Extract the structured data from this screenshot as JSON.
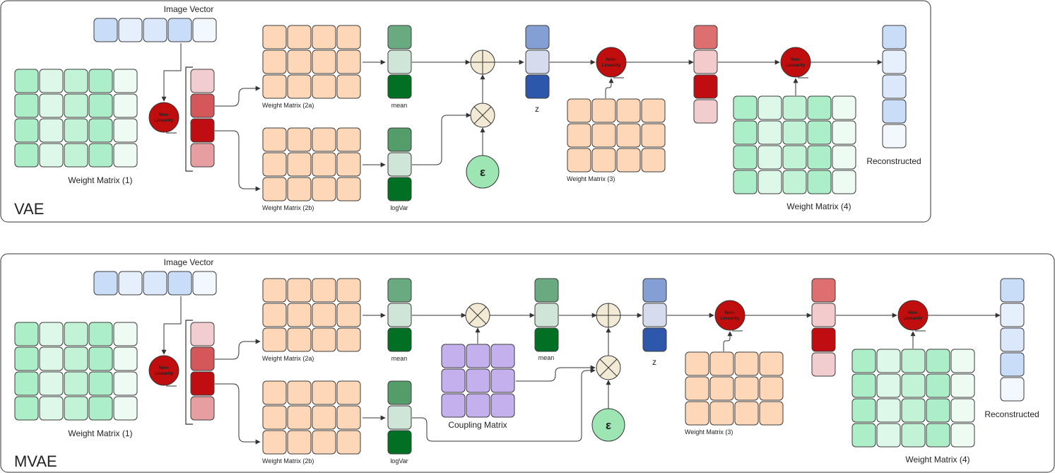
{
  "panels": [
    {
      "name": "vae",
      "title": "VAE",
      "labels": {
        "image_vector": "Image Vector",
        "w1": "Weight Matrix (1)",
        "w2a": "Weight Matrix (2a)",
        "w2b": "Weight Matrix (2b)",
        "mean": "mean",
        "logvar": "logVar",
        "z": "z",
        "w3": "Weight Matrix (3)",
        "w4": "Weight Matrix (4)",
        "reconstructed": "Reconstructed",
        "nonlin_line1": "Non-",
        "nonlin_line2": "Linearity",
        "epsilon": "ε"
      }
    },
    {
      "name": "mvae",
      "title": "MVAE",
      "labels": {
        "image_vector": "Image Vector",
        "w1": "Weight Matrix (1)",
        "w2a": "Weight Matrix (2a)",
        "w2b": "Weight Matrix (2b)",
        "mean": "mean",
        "mean2": "mean",
        "logvar": "logVar",
        "coupling": "Coupling Matrix",
        "z": "z",
        "w3": "Weight Matrix (3)",
        "w4": "Weight Matrix (4)",
        "reconstructed": "Reconstructed",
        "nonlin_line1": "Non-",
        "nonlin_line2": "Linearity",
        "epsilon": "ε"
      }
    }
  ],
  "colors": {
    "image_vector": [
      "#c9dcf8",
      "#e6effc",
      "#dbe7fb",
      "#c9dcf8",
      "#f3f7fe"
    ],
    "weight_green": [
      "#abeec7",
      "#ddf8e8",
      "#c3f3d6",
      "#abeec7",
      "#edfbf2"
    ],
    "hidden": [
      "#f2cdcf",
      "#d4575a",
      "#bf0d12",
      "#e69ea1"
    ],
    "peach": "#fed7b8",
    "mean": [
      "#6aaa80",
      "#cfe5d8",
      "#027024"
    ],
    "logvar": [
      "#559c6b",
      "#cfe5d8",
      "#027024"
    ],
    "z": [
      "#849fd3",
      "#d6dcee",
      "#2d57ab"
    ],
    "decoded_hidden": [
      "#de6f71",
      "#f4cbcc",
      "#bf0d12",
      "#f2cdcf"
    ],
    "reconstructed": [
      "#c9dcf8",
      "#e6effc",
      "#dbe7fb",
      "#c9dcf8",
      "#f3f7fe"
    ],
    "coupling": "#c5b0ee",
    "nonlinearity": "#c00d0d",
    "epsilon": "#9de6b4",
    "operator": "#f3ead5"
  }
}
